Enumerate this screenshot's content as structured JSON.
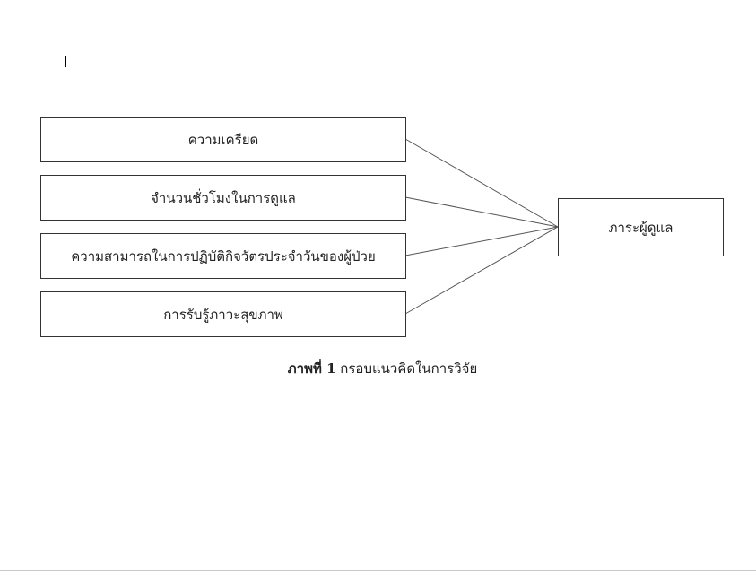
{
  "diagram": {
    "factors": [
      "ความเครียด",
      "จำนวนชั่วโมงในการดูแล",
      "ความสามารถในการปฏิบัติกิจวัตรประจำวันของผู้ป่วย",
      "การรับรู้ภาวะสุขภาพ"
    ],
    "outcome": "ภาระผู้ดูแล"
  },
  "caption": {
    "label": "ภาพที่ 1",
    "text": "กรอบแนวคิดในการวิจัย"
  }
}
